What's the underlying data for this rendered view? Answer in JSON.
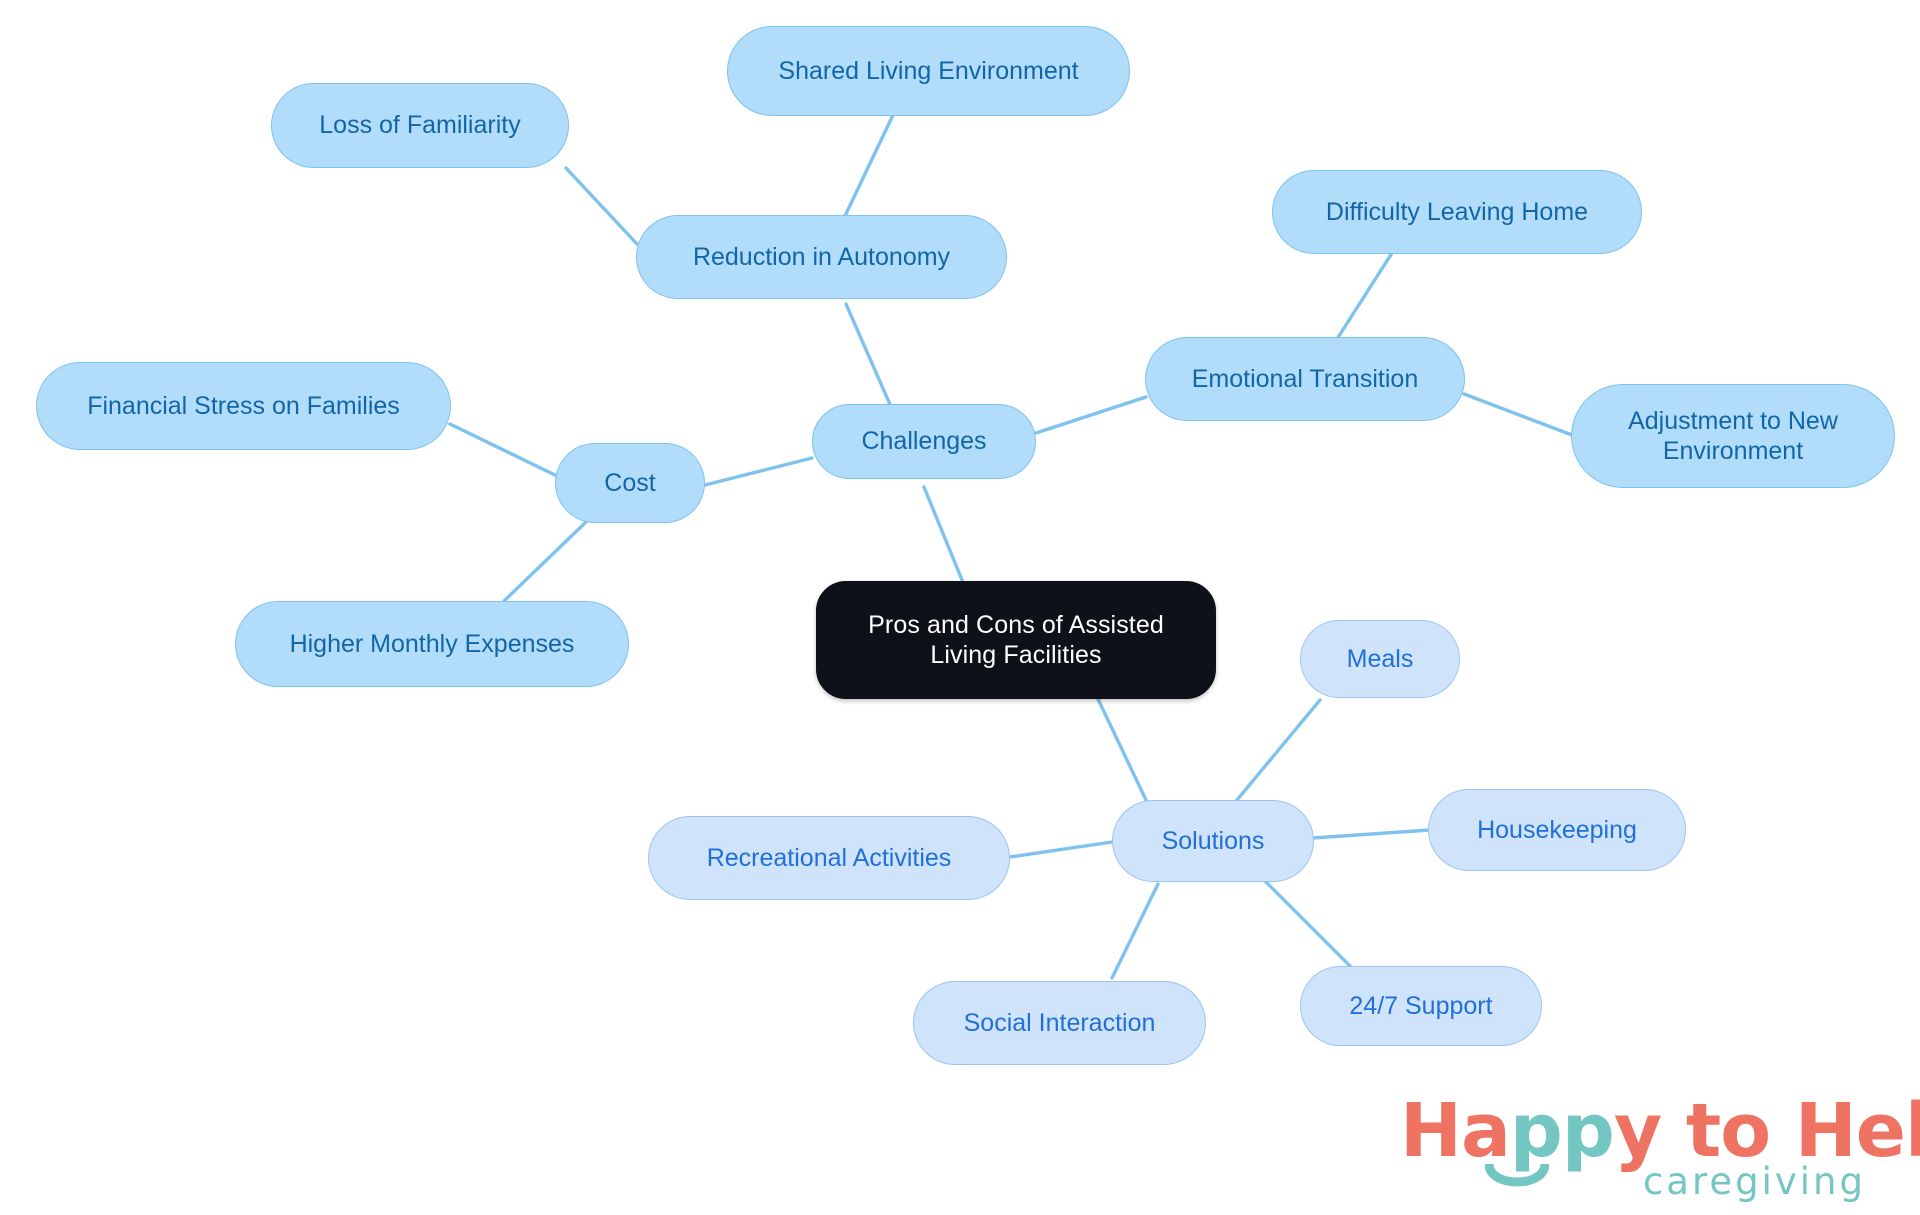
{
  "diagram": {
    "type": "mindmap",
    "title": "Pros and Cons of Assisted Living Facilities",
    "root": {
      "id": "root",
      "label": "Pros and Cons of Assisted\nLiving Facilities"
    },
    "branches": [
      {
        "id": "challenges",
        "label": "Challenges",
        "children": [
          {
            "id": "reduction-in-autonomy",
            "label": "Reduction in Autonomy",
            "children": [
              {
                "id": "loss-of-familiarity",
                "label": "Loss of Familiarity"
              },
              {
                "id": "shared-living-environment",
                "label": "Shared Living Environment"
              }
            ]
          },
          {
            "id": "cost",
            "label": "Cost",
            "children": [
              {
                "id": "financial-stress-on-families",
                "label": "Financial Stress on Families"
              },
              {
                "id": "higher-monthly-expenses",
                "label": "Higher Monthly Expenses"
              }
            ]
          },
          {
            "id": "emotional-transition",
            "label": "Emotional Transition",
            "children": [
              {
                "id": "difficulty-leaving-home",
                "label": "Difficulty Leaving Home"
              },
              {
                "id": "adjustment-to-new-environment",
                "label": "Adjustment to New\nEnvironment"
              }
            ]
          }
        ]
      },
      {
        "id": "solutions",
        "label": "Solutions",
        "children": [
          {
            "id": "meals",
            "label": "Meals"
          },
          {
            "id": "housekeeping",
            "label": "Housekeeping"
          },
          {
            "id": "support-247",
            "label": "24/7 Support"
          },
          {
            "id": "social-interaction",
            "label": "Social Interaction"
          },
          {
            "id": "recreational-activities",
            "label": "Recreational Activities"
          }
        ]
      }
    ],
    "edges": [
      [
        "root",
        "challenges"
      ],
      [
        "root",
        "solutions"
      ],
      [
        "challenges",
        "reduction-in-autonomy"
      ],
      [
        "challenges",
        "cost"
      ],
      [
        "challenges",
        "emotional-transition"
      ],
      [
        "reduction-in-autonomy",
        "loss-of-familiarity"
      ],
      [
        "reduction-in-autonomy",
        "shared-living-environment"
      ],
      [
        "cost",
        "financial-stress-on-families"
      ],
      [
        "cost",
        "higher-monthly-expenses"
      ],
      [
        "emotional-transition",
        "difficulty-leaving-home"
      ],
      [
        "emotional-transition",
        "adjustment-to-new-environment"
      ],
      [
        "solutions",
        "meals"
      ],
      [
        "solutions",
        "housekeeping"
      ],
      [
        "solutions",
        "support-247"
      ],
      [
        "solutions",
        "social-interaction"
      ],
      [
        "solutions",
        "recreational-activities"
      ]
    ],
    "colors": {
      "background": "#ffffff",
      "root_fill": "#0f1118",
      "root_text": "#ffffff",
      "challenge_fill": "#b2ddfa",
      "challenge_stroke": "#7ec2ee",
      "challenge_text": "#1266a8",
      "solution_fill": "#cfe3fb",
      "solution_stroke": "#9cc4f0",
      "solution_text": "#2170d8",
      "edge": "#7ec2ee"
    }
  },
  "nodes": {
    "shared_living_environment": "Shared Living Environment",
    "loss_of_familiarity": "Loss of Familiarity",
    "reduction_in_autonomy": "Reduction in Autonomy",
    "financial_stress_on_families": "Financial Stress on Families",
    "cost": "Cost",
    "higher_monthly_expenses": "Higher Monthly Expenses",
    "challenges": "Challenges",
    "difficulty_leaving_home": "Difficulty Leaving Home",
    "emotional_transition": "Emotional Transition",
    "adjustment_to_new_environment": "Adjustment to New\nEnvironment",
    "root": "Pros and Cons of Assisted\nLiving Facilities",
    "meals": "Meals",
    "housekeeping": "Housekeeping",
    "solutions": "Solutions",
    "support_247": "24/7 Support",
    "social_interaction": "Social Interaction",
    "recreational_activities": "Recreational Activities"
  },
  "logo": {
    "word_happy_h": "H",
    "word_happy_a": "a",
    "word_happy_pp": "pp",
    "word_happy_y": "y",
    "word_to": "to",
    "word_help": "Help",
    "tagline": "caregiving",
    "coral": "#ef7362",
    "teal": "#74c6c2"
  }
}
